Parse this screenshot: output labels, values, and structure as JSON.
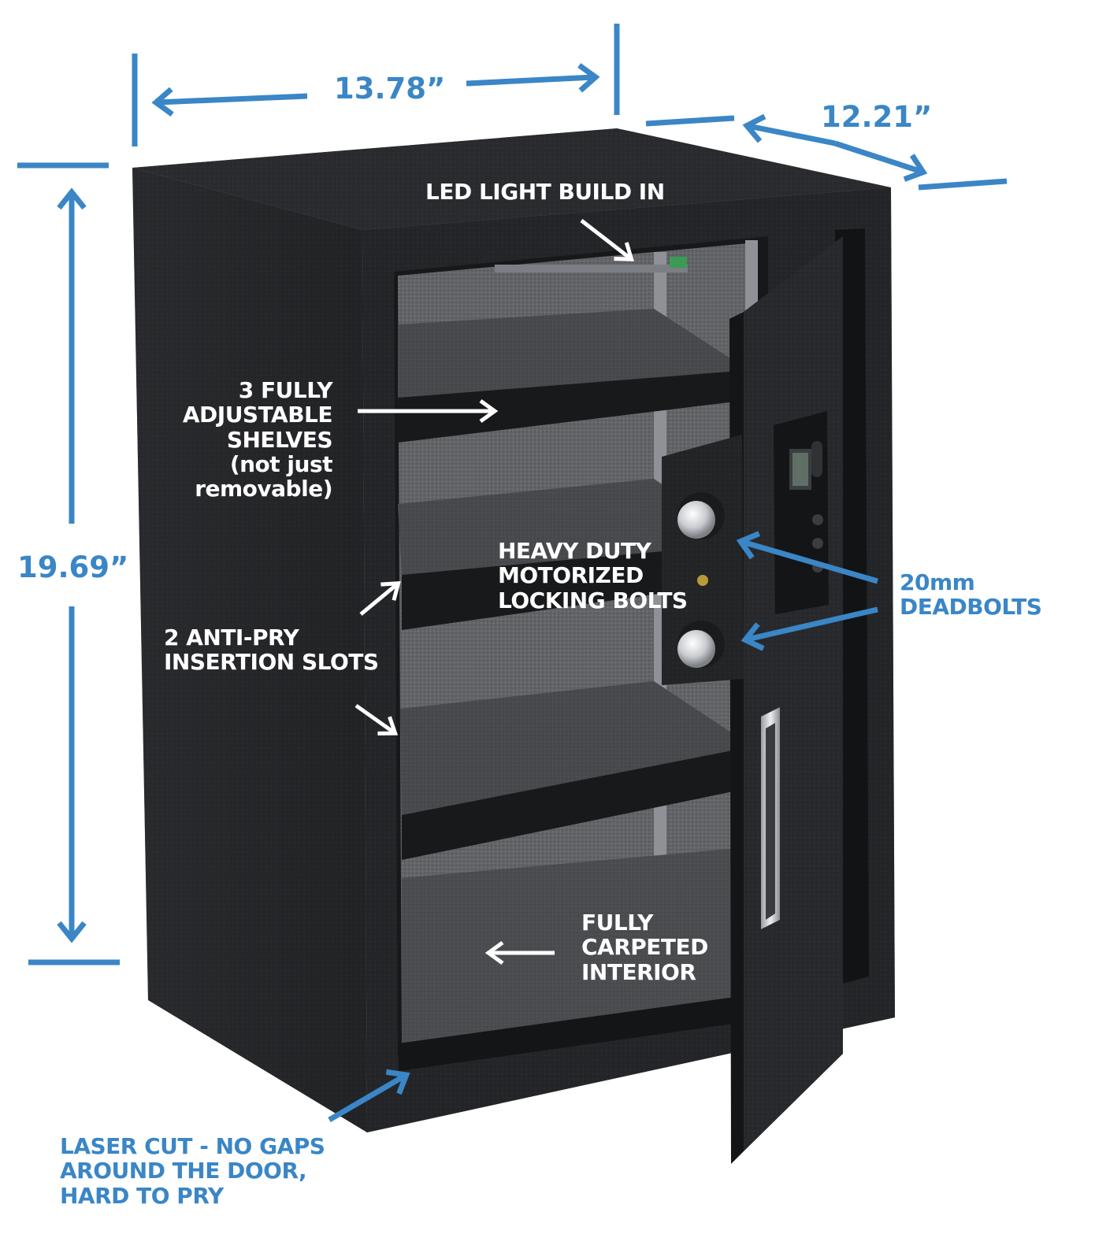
{
  "colors": {
    "dimension_blue": "#3a86c6",
    "safe_body": "#26272a",
    "interior_carpet": "#6a6c70",
    "shelf": "#2c2d30",
    "callout_text": "#ffffff"
  },
  "dimensions": {
    "width": "13.78”",
    "depth": "12.21”",
    "height": "19.69”"
  },
  "callouts": {
    "led": "LED LIGHT BUILD IN",
    "shelves": [
      "3 FULLY",
      "ADJUSTABLE",
      "SHELVES",
      "(not just",
      "removable)"
    ],
    "motorized": [
      "HEAVY DUTY",
      "MOTORIZED",
      "LOCKING BOLTS"
    ],
    "deadbolts": [
      "20mm",
      "DEADBOLTS"
    ],
    "antipry": [
      "2 ANTI-PRY",
      "INSERTION SLOTS"
    ],
    "carpet": [
      "FULLY",
      "CARPETED",
      "INTERIOR"
    ],
    "laser": [
      "LASER CUT - NO GAPS",
      "AROUND THE DOOR,",
      "HARD TO PRY"
    ]
  },
  "icons": {
    "dimension_arrows": "double-headed-arrow-icon",
    "callout_arrows": "pointer-arrow-icon"
  }
}
